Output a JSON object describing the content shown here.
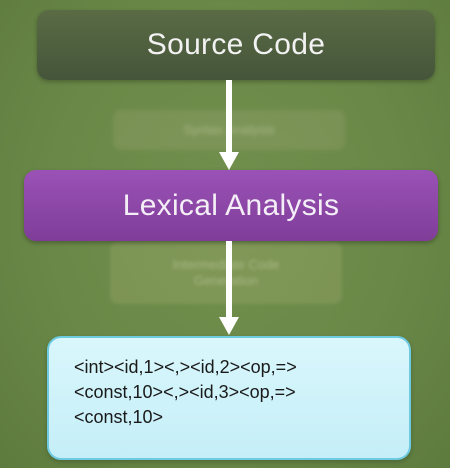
{
  "diagram": {
    "nodes": {
      "source": {
        "label": "Source Code"
      },
      "lexical": {
        "label": "Lexical Analysis"
      },
      "ghost_top": {
        "label": "Syntax Analysis"
      },
      "ghost_bottom": {
        "lines": [
          "Intermediate Code",
          "Generation"
        ]
      },
      "output": {
        "lines": [
          "<int><id,1><,><id,2><op,=>",
          "<const,10><,><id,3><op,=>",
          "<const,10>"
        ]
      }
    },
    "edges": [
      {
        "from": "source",
        "to": "lexical"
      },
      {
        "from": "lexical",
        "to": "output"
      }
    ]
  },
  "colors": {
    "background": "#6b8a48",
    "source_box": "#4f6040",
    "lexical_box": "#8c47a8",
    "output_box": "#d0f3fa",
    "output_border": "#6ecae0",
    "arrow": "#ffffff"
  }
}
